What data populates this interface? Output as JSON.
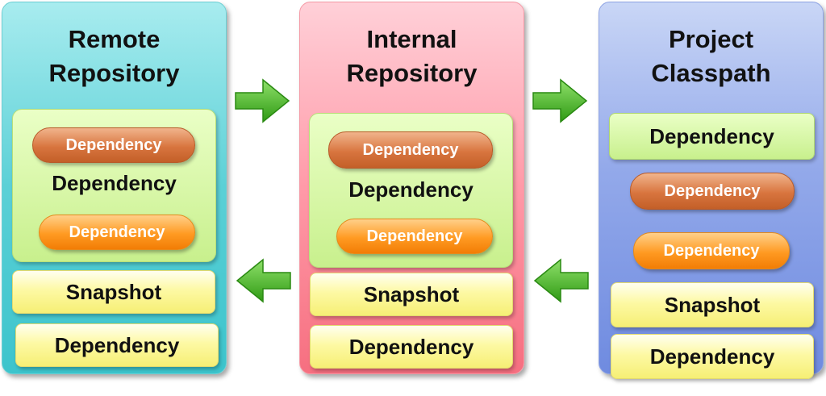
{
  "columns": {
    "remote": {
      "title_line1": "Remote",
      "title_line2": "Repository",
      "group": {
        "pill_top": "Dependency",
        "middle": "Dependency",
        "pill_bottom": "Dependency"
      },
      "snapshot": "Snapshot",
      "dependency": "Dependency"
    },
    "internal": {
      "title_line1": "Internal",
      "title_line2": "Repository",
      "group": {
        "pill_top": "Dependency",
        "middle": "Dependency",
        "pill_bottom": "Dependency"
      },
      "snapshot": "Snapshot",
      "dependency": "Dependency"
    },
    "project": {
      "title_line1": "Project",
      "title_line2": "Classpath",
      "green_box": "Dependency",
      "pill_brown": "Dependency",
      "pill_orange": "Dependency",
      "snapshot": "Snapshot",
      "dependency": "Dependency"
    }
  },
  "arrows": [
    {
      "direction": "right",
      "color": "#3aa91c"
    },
    {
      "direction": "right",
      "color": "#3aa91c"
    },
    {
      "direction": "left",
      "color": "#3aa91c"
    },
    {
      "direction": "left",
      "color": "#3aa91c"
    }
  ],
  "colors": {
    "remote_bg": "#5bd0d6",
    "internal_bg": "#ff9aa8",
    "project_bg": "#93a9ea",
    "arrow": "#3aa91c"
  }
}
